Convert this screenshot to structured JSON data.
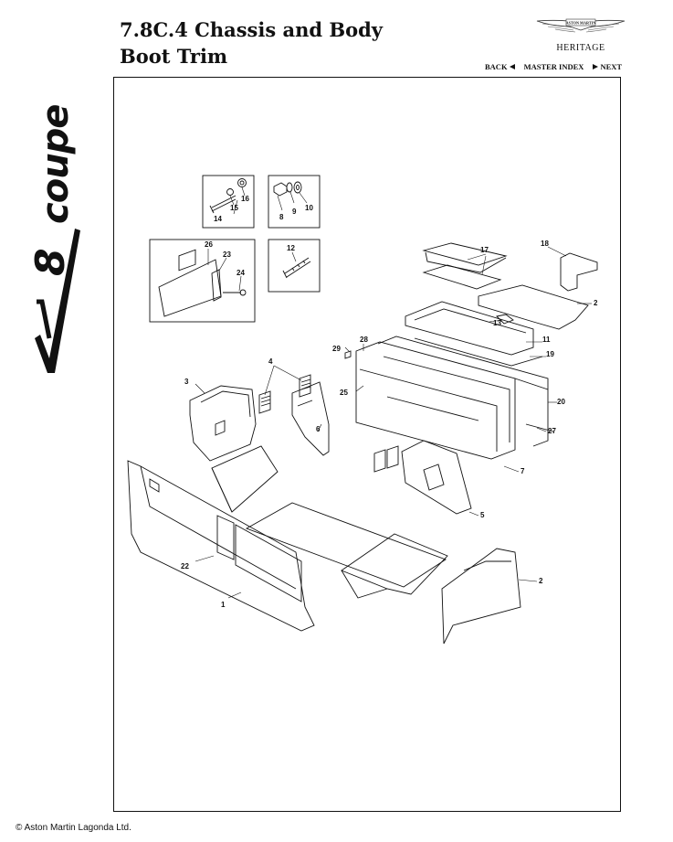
{
  "header": {
    "title_line1": "7.8C.4 Chassis and Body",
    "title_line2": "Boot Trim",
    "brand_wordmark": "ASTON MARTIN",
    "brand_subtitle": "HERITAGE",
    "side_logo": "V8 coupe"
  },
  "nav": {
    "back": "BACK",
    "master_index": "MASTER INDEX",
    "next": "NEXT"
  },
  "diagram": {
    "callouts": [
      "1",
      "2",
      "2",
      "3",
      "4",
      "5",
      "6",
      "7",
      "8",
      "9",
      "10",
      "11",
      "12",
      "13",
      "14",
      "15",
      "16",
      "17",
      "18",
      "19",
      "20",
      "22",
      "23",
      "24",
      "25",
      "26",
      "27",
      "28",
      "29"
    ]
  },
  "footer": {
    "copyright": "© Aston Martin Lagonda Ltd."
  }
}
